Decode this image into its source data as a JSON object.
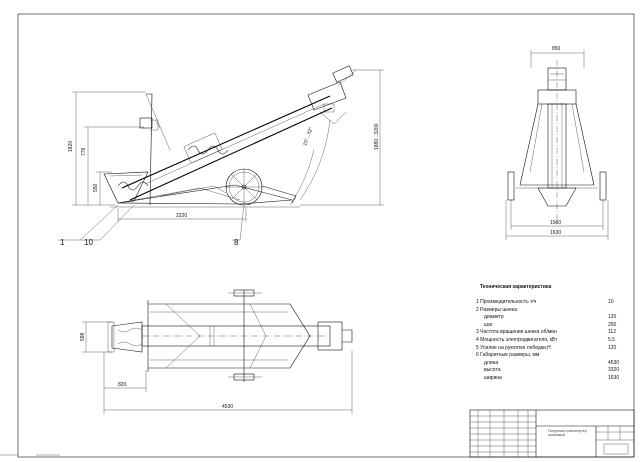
{
  "side_view": {
    "dimensions": {
      "height_total": "1820",
      "height_mid": "778",
      "height_low": "550",
      "length_base": "2220",
      "height_right": "1880...3200",
      "angle": "15°...32°"
    },
    "callouts": [
      "1",
      "10",
      "8"
    ]
  },
  "end_view": {
    "dimensions": {
      "top_width": "850",
      "wheel_track": "1560",
      "overall_width": "1630"
    }
  },
  "plan_view": {
    "dimensions": {
      "hopper_width": "598",
      "hopper_offset": "820",
      "overall_length": "4530"
    }
  },
  "specs": {
    "title": "Техническая характеристика",
    "rows": [
      {
        "label": "1 Производительность т/ч",
        "value": "10",
        "indent": false
      },
      {
        "label": "2 Размеры шнека",
        "value": "",
        "indent": false
      },
      {
        "label": "диаметр",
        "value": "120",
        "indent": true
      },
      {
        "label": "шаг",
        "value": "250",
        "indent": true
      },
      {
        "label": "3 Частота вращения шнека об/мин",
        "value": "112",
        "indent": false
      },
      {
        "label": "4 Мощность электродвигателя, кВт",
        "value": "5,5",
        "indent": false
      },
      {
        "label": "5 Усилие на рукоятке лебедки,Н",
        "value": "120",
        "indent": false
      },
      {
        "label": "6 Габаритные размеры, мм",
        "value": "",
        "indent": false
      },
      {
        "label": "длина",
        "value": "4530",
        "indent": true
      },
      {
        "label": "высота",
        "value": "3320",
        "indent": true
      },
      {
        "label": "ширина",
        "value": "1630",
        "indent": true
      }
    ]
  },
  "title_block": {
    "name_line1": "Погрузчик-транспортёр",
    "name_line2": "шнековый"
  }
}
